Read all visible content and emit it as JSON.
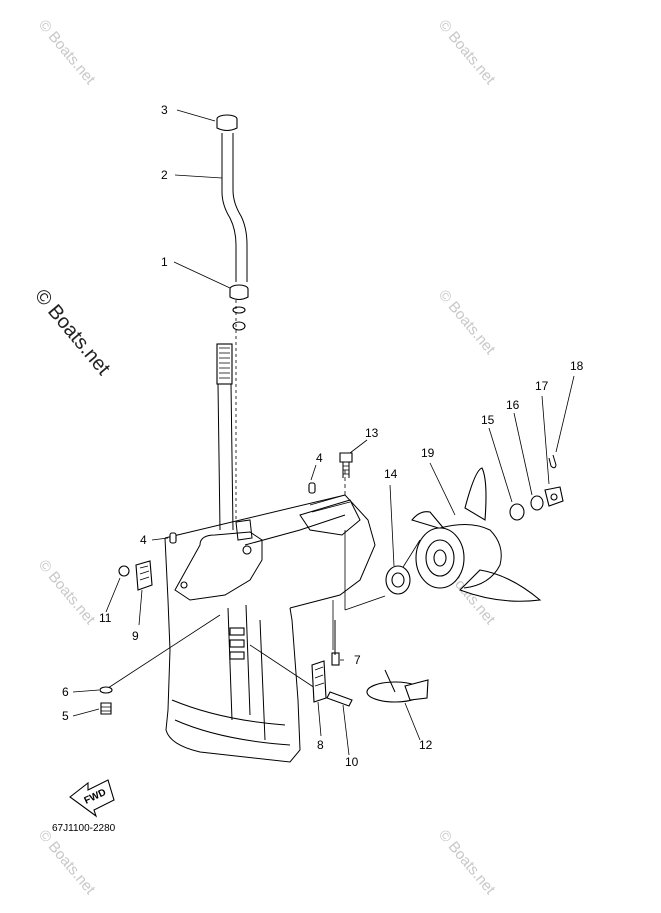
{
  "watermark": {
    "text": "© Boats.net"
  },
  "callouts": {
    "c1": "1",
    "c2": "2",
    "c3": "3",
    "c4a": "4",
    "c4b": "4",
    "c5": "5",
    "c6": "6",
    "c7": "7",
    "c8": "8",
    "c9": "9",
    "c10": "10",
    "c11": "11",
    "c12": "12",
    "c13": "13",
    "c14": "14",
    "c15": "15",
    "c16": "16",
    "c17": "17",
    "c18": "18",
    "c19": "19"
  },
  "fwd_label": "FWD",
  "diagram_code": "67J1100-2280"
}
